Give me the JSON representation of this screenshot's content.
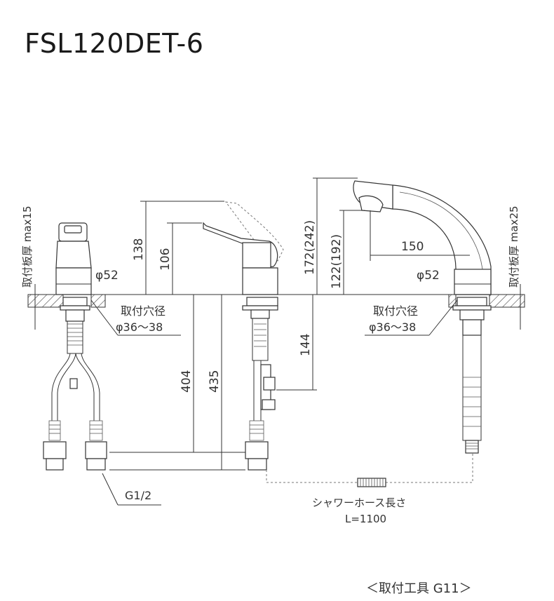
{
  "title": "FSL120DET-6",
  "footer": "＜取付工具 G11＞",
  "labels": {
    "left_side": "取付板厚 max15",
    "right_side": "取付板厚 max25",
    "phi52_left": "φ52",
    "phi52_right": "φ52",
    "hole_left_1": "取付穴径",
    "hole_left_2": "φ36～38",
    "hole_right_1": "取付穴径",
    "hole_right_2": "φ36～38",
    "thread": "G1/2",
    "hose_1": "シャワーホース長さ",
    "hose_2": "L=1100"
  },
  "dimensions": {
    "d138": "138",
    "d106": "106",
    "d404": "404",
    "d435": "435",
    "d172": "172(242)",
    "d122": "122(192)",
    "d150": "150",
    "d144": "144"
  }
}
